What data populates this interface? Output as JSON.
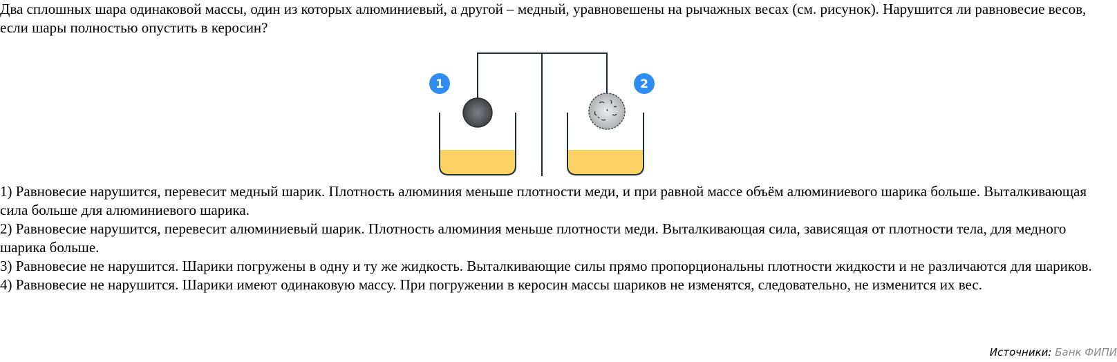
{
  "question": {
    "text": "Два сплошных шара одинаковой массы, один из которых алюминиевый, а другой – медный, уравновешены на рычажных весах (см. рисунок). Нарушится ли равновесие весов, если шары полностью опустить в керосин?"
  },
  "figure": {
    "marker_1": "1",
    "marker_2": "2",
    "colors": {
      "marker": "#2f8cf0",
      "liquid": "#fdd264",
      "frame": "#1f2d3a",
      "ball_dark": "#4a4d50",
      "ball_light": "#c9cbcd"
    }
  },
  "answers": [
    {
      "text": "1) Равновесие нарушится, перевесит медный шарик. Плотность алюминия меньше плотности меди, и при равной массе объём алюминиевого шарика больше. Выталкивающая сила больше для алюминиевого шарика."
    },
    {
      "text": "2) Равновесие нарушится, перевесит алюминиевый шарик. Плотность алюминия меньше плотности меди. Выталкивающая сила, зависящая от плотности тела, для медного шарика больше."
    },
    {
      "text": "3) Равновесие не нарушится. Шарики погружены в одну и ту же жидкость. Выталкивающие силы прямо пропорциональны плотности жидкости и не различаются для шариков."
    },
    {
      "text": "4) Равновесие не нарушится. Шарики имеют одинаковую массу. При погружении в керосин массы шариков не изменятся, следовательно, не изменится их вес."
    }
  ],
  "sources": {
    "label": "Источники:",
    "value": "Банк ФИПИ"
  }
}
